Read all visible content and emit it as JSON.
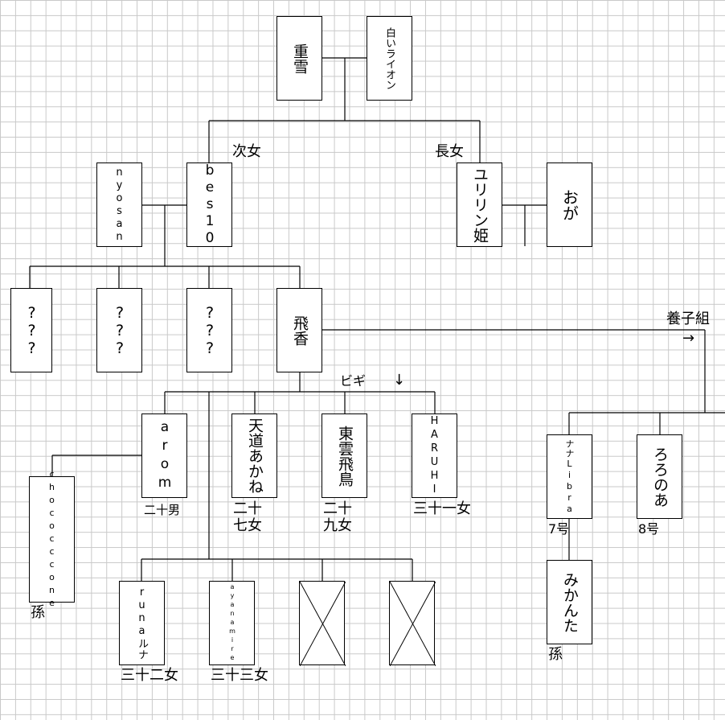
{
  "members": {
    "shigeyuki": "重雪",
    "shiroi_lion": "白いライオン",
    "nyosan": "nyosan",
    "bes10": "bes10",
    "yuririn": "ユリリン姫",
    "oga": "おが",
    "unknown": "???",
    "asuka": "飛香",
    "arom": "arom",
    "akane": "天道あかね",
    "asuka_shinonome": "東雲飛鳥",
    "haruhi": "HARUHI",
    "nana": "ナナLibra",
    "roronoa": "ろろのあ",
    "choco": "chococccone",
    "runa": "runaルナ",
    "ayana": "ayanamire",
    "mikanta": "みかんた"
  },
  "labels": {
    "jijo": "次女",
    "chojo": "長女",
    "yoshi": "養子組",
    "yoshi_arrow": "→",
    "bigi": "ビギ",
    "bigi_arrow": "↓",
    "arom_rank": "二十男",
    "akane_rank_1": "二十",
    "akane_rank_2": "七女",
    "asuka2_rank_1": "二十",
    "asuka2_rank_2": "九女",
    "haruhi_rank": "三十一女",
    "nana_rank": "7号",
    "roronoa_rank": "8号",
    "choco_rank": "孫",
    "runa_rank": "三十二女",
    "ayana_rank": "三十三女",
    "mikanta_rank": "孫"
  }
}
